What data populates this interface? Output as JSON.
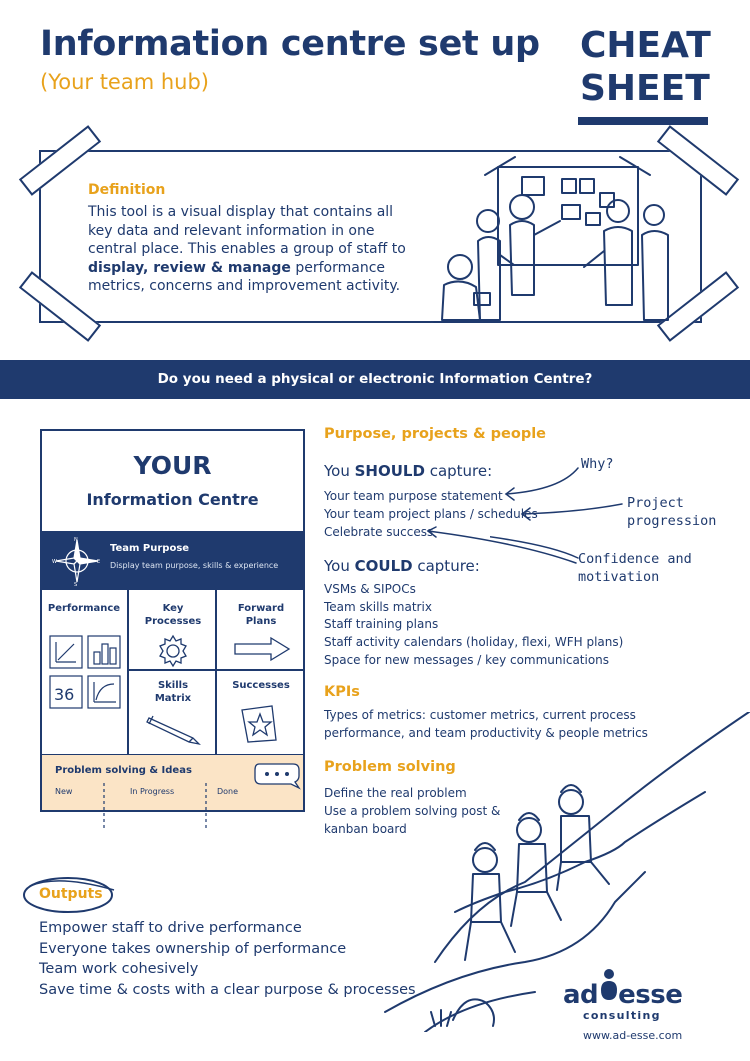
{
  "header": {
    "title": "Information centre set up",
    "subtitle": "(Your team hub)",
    "badge_line1": "CHEAT",
    "badge_line2": "SHEET"
  },
  "definition": {
    "label": "Definition",
    "text_part1": "This tool is a visual display that contains all key data and relevant information in one central place. This enables a group of staff to ",
    "text_bold": "display, review & manage",
    "text_part2": " performance metrics, concerns and improvement activity."
  },
  "banner": "Do you need a physical or electronic Information Centre?",
  "info_centre": {
    "heading": "YOUR",
    "subheading": "Information Centre",
    "team_purpose_title": "Team Purpose",
    "team_purpose_desc": "Display team purpose, skills & experience",
    "cells": {
      "performance": "Performance",
      "key_processes_line1": "Key",
      "key_processes_line2": "Processes",
      "forward_plans_line1": "Forward",
      "forward_plans_line2": "Plans",
      "skills_line1": "Skills",
      "skills_line2": "Matrix",
      "successes": "Successes",
      "kpi_number": "36"
    },
    "problem_solving": {
      "title": "Problem solving & Ideas",
      "col_new": "New",
      "col_progress": "In Progress",
      "col_done": "Done"
    },
    "compass": {
      "n": "N",
      "s": "S",
      "e": "E",
      "w": "W"
    }
  },
  "purpose_section": {
    "heading": "Purpose, projects & people",
    "should_prefix": "You ",
    "should_bold": "SHOULD",
    "should_suffix": " capture:",
    "should_items": [
      "Your team purpose statement",
      "Your team project plans / schedules",
      "Celebrate success"
    ],
    "could_prefix": "You ",
    "could_bold": "COULD",
    "could_suffix": " capture:",
    "could_items": [
      "VSMs & SIPOCs",
      "Team skills matrix",
      "Staff training plans",
      "Staff activity calendars (holiday, flexi, WFH plans)",
      "Space for new messages / key communications"
    ]
  },
  "notes": {
    "why": "Why?",
    "project_line1": "Project",
    "project_line2": "progression",
    "confidence_line1": "Confidence and",
    "confidence_line2": "motivation"
  },
  "kpis": {
    "heading": "KPIs",
    "line1": "Types of metrics: customer metrics, current process",
    "line2": "performance, and team productivity & people metrics"
  },
  "problem_solving": {
    "heading": "Problem solving",
    "items": [
      "Define the real problem",
      "Use a problem solving post &",
      "kanban board"
    ]
  },
  "outputs": {
    "label": "Outputs",
    "items": [
      "Empower staff to drive performance",
      "Everyone takes ownership of performance",
      "Team work cohesively",
      "Save time & costs with a clear purpose & processes"
    ]
  },
  "logo": {
    "left": "ad",
    "right": "esse",
    "tagline": "consulting",
    "website": "www.ad-esse.com"
  },
  "colors": {
    "navy": "#1f3a6e",
    "orange": "#e8a21c",
    "peach": "#fbe4c6"
  }
}
